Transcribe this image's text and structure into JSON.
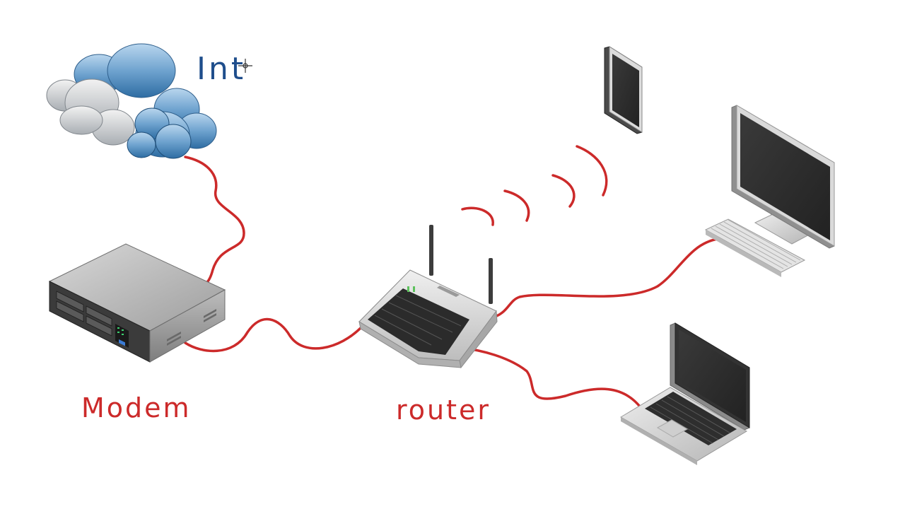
{
  "labels": {
    "internet": "Int",
    "modem": "Modem",
    "router": "router"
  },
  "icons": [
    "internet-cloud-icon",
    "modem-icon",
    "router-icon",
    "tablet-icon",
    "desktop-computer-icon",
    "keyboard-icon",
    "laptop-icon",
    "cursor-icon"
  ],
  "colors": {
    "cable": "#cc2a2a",
    "internet_label": "#1f4e8c",
    "device_label": "#cc2a2a"
  }
}
